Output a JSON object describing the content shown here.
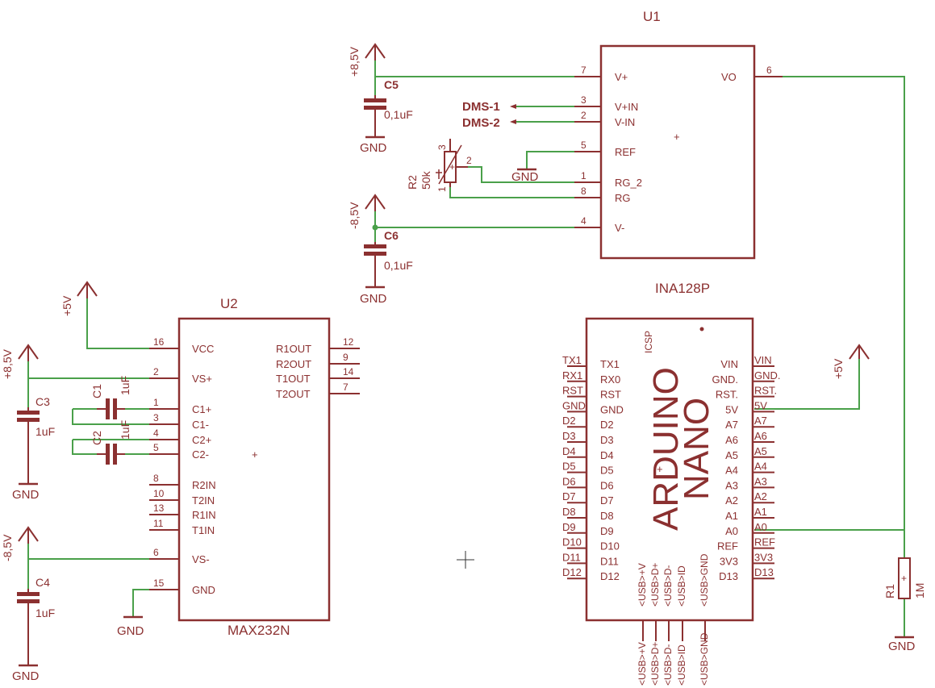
{
  "colors": {
    "component": "#8b3030",
    "wire": "#4aa04a",
    "background": "#ffffff"
  },
  "u1": {
    "name": "U1",
    "value": "INA128P",
    "left_pins": [
      {
        "num": "7",
        "label": "V+"
      },
      {
        "num": "3",
        "label": "V+IN"
      },
      {
        "num": "2",
        "label": "V-IN"
      },
      {
        "num": "5",
        "label": "REF"
      },
      {
        "num": "1",
        "label": "RG_2"
      },
      {
        "num": "8",
        "label": "RG"
      },
      {
        "num": "4",
        "label": "V-"
      }
    ],
    "right_pins": [
      {
        "num": "6",
        "label": "VO"
      }
    ]
  },
  "u2": {
    "name": "U2",
    "value": "MAX232N",
    "left_pins": [
      {
        "num": "16",
        "label": "VCC"
      },
      {
        "num": "2",
        "label": "VS+"
      },
      {
        "num": "1",
        "label": "C1+"
      },
      {
        "num": "3",
        "label": "C1-"
      },
      {
        "num": "4",
        "label": "C2+"
      },
      {
        "num": "5",
        "label": "C2-"
      },
      {
        "num": "8",
        "label": "R2IN"
      },
      {
        "num": "10",
        "label": "T2IN"
      },
      {
        "num": "13",
        "label": "R1IN"
      },
      {
        "num": "11",
        "label": "T1IN"
      },
      {
        "num": "6",
        "label": "VS-"
      },
      {
        "num": "15",
        "label": "GND"
      }
    ],
    "right_pins": [
      {
        "num": "12",
        "label": "R1OUT"
      },
      {
        "num": "9",
        "label": "R2OUT"
      },
      {
        "num": "14",
        "label": "T1OUT"
      },
      {
        "num": "7",
        "label": "T2OUT"
      }
    ]
  },
  "nano": {
    "title_line1": "ARDUINO",
    "title_line2": "NANO",
    "icsp": "ICSP",
    "left_pins": [
      "TX1",
      "RX1",
      "RST",
      "GND",
      "D2",
      "D3",
      "D4",
      "D5",
      "D6",
      "D7",
      "D8",
      "D9",
      "D10",
      "D11",
      "D12"
    ],
    "left_inner": [
      "TX1",
      "RX0",
      "RST",
      "GND",
      "D2",
      "D3",
      "D4",
      "D5",
      "D6",
      "D7",
      "D8",
      "D9",
      "D10",
      "D11",
      "D12"
    ],
    "right_pins": [
      "VIN",
      "GND.",
      "RST.",
      "5V",
      "A7",
      "A6",
      "A5",
      "A4",
      "A3",
      "A2",
      "A1",
      "A0",
      "REF",
      "3V3",
      "D13"
    ],
    "right_inner": [
      "VIN",
      "GND.",
      "RST.",
      "5V",
      "A7",
      "A6",
      "A5",
      "A4",
      "A3",
      "A2",
      "A1",
      "A0",
      "REF",
      "3V3",
      "D13"
    ],
    "usb_pins": [
      "<USB>+V",
      "<USB>D+",
      "<USB>D-",
      "<USB>ID",
      "<USB>GND"
    ]
  },
  "capacitors": {
    "c5": {
      "name": "C5",
      "value": "0,1uF"
    },
    "c6": {
      "name": "C6",
      "value": "0,1uF"
    },
    "c3": {
      "name": "C3",
      "value": "1uF"
    },
    "c4": {
      "name": "C4",
      "value": "1uF"
    },
    "c1": {
      "name": "C1",
      "value": "1uF"
    },
    "c2": {
      "name": "C2",
      "value": "1uF"
    }
  },
  "resistors": {
    "r2": {
      "name": "R2",
      "value": "50k",
      "pin_a": "3",
      "pin_b": "2",
      "pin_c": "1"
    },
    "r1": {
      "name": "R1",
      "value": "1M"
    }
  },
  "supplies": {
    "p85_top": "+8,5V",
    "m85_mid": "-8,5V",
    "p5_u2": "+5V",
    "p85_c3": "+8,5V",
    "m85_c4": "-8,5V",
    "p5_nano": "+5V"
  },
  "grounds": {
    "c5": "GND",
    "c6": "GND",
    "ref": "GND",
    "c3": "GND",
    "c4": "GND",
    "u2": "GND",
    "r1": "GND"
  },
  "nets": {
    "dms1": "DMS-1",
    "dms2": "DMS-2"
  }
}
